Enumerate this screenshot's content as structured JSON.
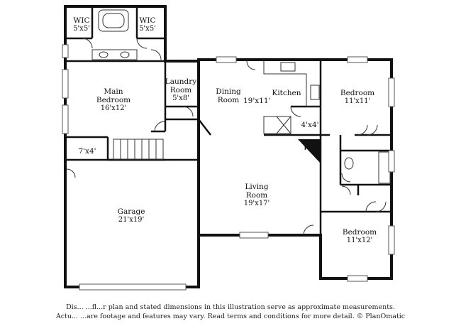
{
  "rooms": {
    "wic_left": {
      "name": "WIC",
      "dim": "5'x5'"
    },
    "wic_right": {
      "name": "WIC",
      "dim": "5'x5'"
    },
    "main_bedroom": {
      "name_line1": "Main",
      "name_line2": "Bedroom",
      "dim": "16'x12'"
    },
    "laundry": {
      "name_line1": "Laundry",
      "name_line2": "Room",
      "dim": "5'x8'"
    },
    "dining": {
      "name_line1": "Dining",
      "name_line2": "Room"
    },
    "kitchen": {
      "name": "Kitchen",
      "shared_dim": "19'x11'"
    },
    "bedroom_ne": {
      "name": "Bedroom",
      "dim": "11'x11'"
    },
    "closet": {
      "dim": "4'x4'"
    },
    "fireplace": {
      "label": "FP"
    },
    "entry": {
      "dim": "7'x4'"
    },
    "living": {
      "name_line1": "Living",
      "name_line2": "Room",
      "dim": "19'x17'"
    },
    "garage": {
      "name": "Garage",
      "dim": "21'x19'"
    },
    "bedroom_se": {
      "name": "Bedroom",
      "dim": "11'x12'"
    }
  },
  "disclaimer": {
    "line1": "Dis... ...fl...r plan and stated dimensions in this illustration serve as approximate measurements.",
    "line2": "Actu... ...are footage and features may vary. Read terms and conditions for more detail. © PlanOmatic"
  },
  "colors": {
    "wall": "#111111",
    "line": "#333333",
    "background": "#ffffff"
  }
}
